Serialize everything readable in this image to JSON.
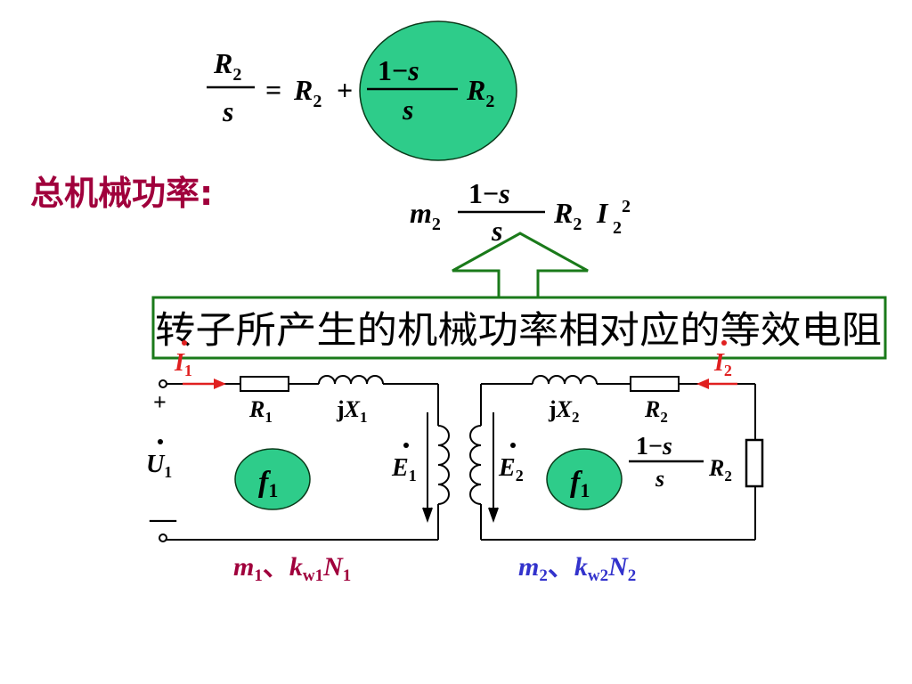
{
  "formula_top": {
    "lhs_num": "R",
    "lhs_num_sub": "2",
    "lhs_den": "s",
    "eq": "=",
    "r": "R",
    "r_sub": "2",
    "plus": "+",
    "frac_num": "1−",
    "frac_num_s": "s",
    "frac_den": "s",
    "r2": "R",
    "r2_sub": "2"
  },
  "power_label": "总机械功率:",
  "power_formula": {
    "m": "m",
    "m_sub": "2",
    "frac_num": "1−",
    "frac_num_s": "s",
    "frac_den": "s",
    "r": "R",
    "r_sub": "2",
    "i": "I",
    "i_sub": "2",
    "i_sup": "2"
  },
  "callout_text": "转子所产生的机械功率相对应的等效电阻",
  "circuit": {
    "i1": "I",
    "i1_sub": "1",
    "i2": "I",
    "i2_sub": "2",
    "plus": "+",
    "minus": "—",
    "u1": "U",
    "u1_sub": "1",
    "r1": "R",
    "r1_sub": "1",
    "jx1_j": "j",
    "jx1": "X",
    "jx1_sub": "1",
    "e1": "E",
    "e1_sub": "1",
    "e2": "E",
    "e2_sub": "2",
    "jx2_j": "j",
    "jx2": "X",
    "jx2_sub": "2",
    "r2": "R",
    "r2_sub": "2",
    "load_frac_num": "1−",
    "load_frac_num_s": "s",
    "load_frac_den": "s",
    "load_r": "R",
    "load_r_sub": "2",
    "f_left": "f",
    "f_left_sub": "1",
    "f_right": "f",
    "f_right_sub": "1",
    "left_caption": {
      "m": "m",
      "m_sub": "1",
      "sep": "、",
      "k": "k",
      "k_sub": "w1",
      "n": "N",
      "n_sub": "1"
    },
    "right_caption": {
      "m": "m",
      "m_sub": "2",
      "sep": "、",
      "k": "k",
      "k_sub": "w2",
      "n": "N",
      "n_sub": "2"
    }
  },
  "colors": {
    "ellipse_fill": "#2ecc8a",
    "power_label": "#a0003c",
    "callout_border": "#1a7a1a",
    "arrow_stroke": "#1a7a1a",
    "current_red": "#e02020",
    "left_caption": "#a0003c",
    "right_caption": "#3333cc"
  }
}
